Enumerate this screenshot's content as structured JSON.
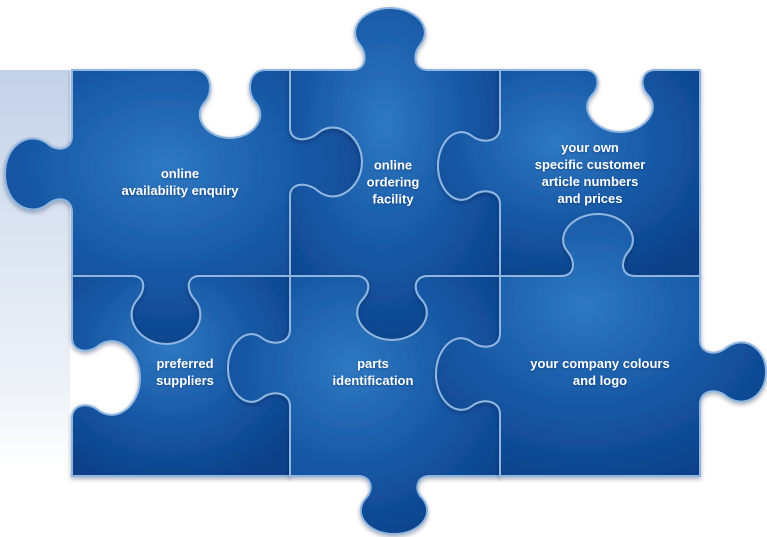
{
  "colors": {
    "piece_light": "#2f78c2",
    "piece_mid": "#1556a3",
    "piece_dark": "#0c3f86",
    "edge": "#8fb6e0"
  },
  "pieces": [
    {
      "key": "online-availability",
      "lines": [
        "online",
        "availability enquiry"
      ]
    },
    {
      "key": "online-ordering",
      "lines": [
        "online",
        "ordering",
        "facility"
      ]
    },
    {
      "key": "customer-article-numbers",
      "lines": [
        "your own",
        "specific customer",
        "article numbers",
        "and prices"
      ]
    },
    {
      "key": "preferred-suppliers",
      "lines": [
        "preferred",
        "suppliers"
      ]
    },
    {
      "key": "parts-identification",
      "lines": [
        "parts",
        "identification"
      ]
    },
    {
      "key": "company-colours",
      "lines": [
        "your company colours",
        "and logo"
      ]
    }
  ]
}
